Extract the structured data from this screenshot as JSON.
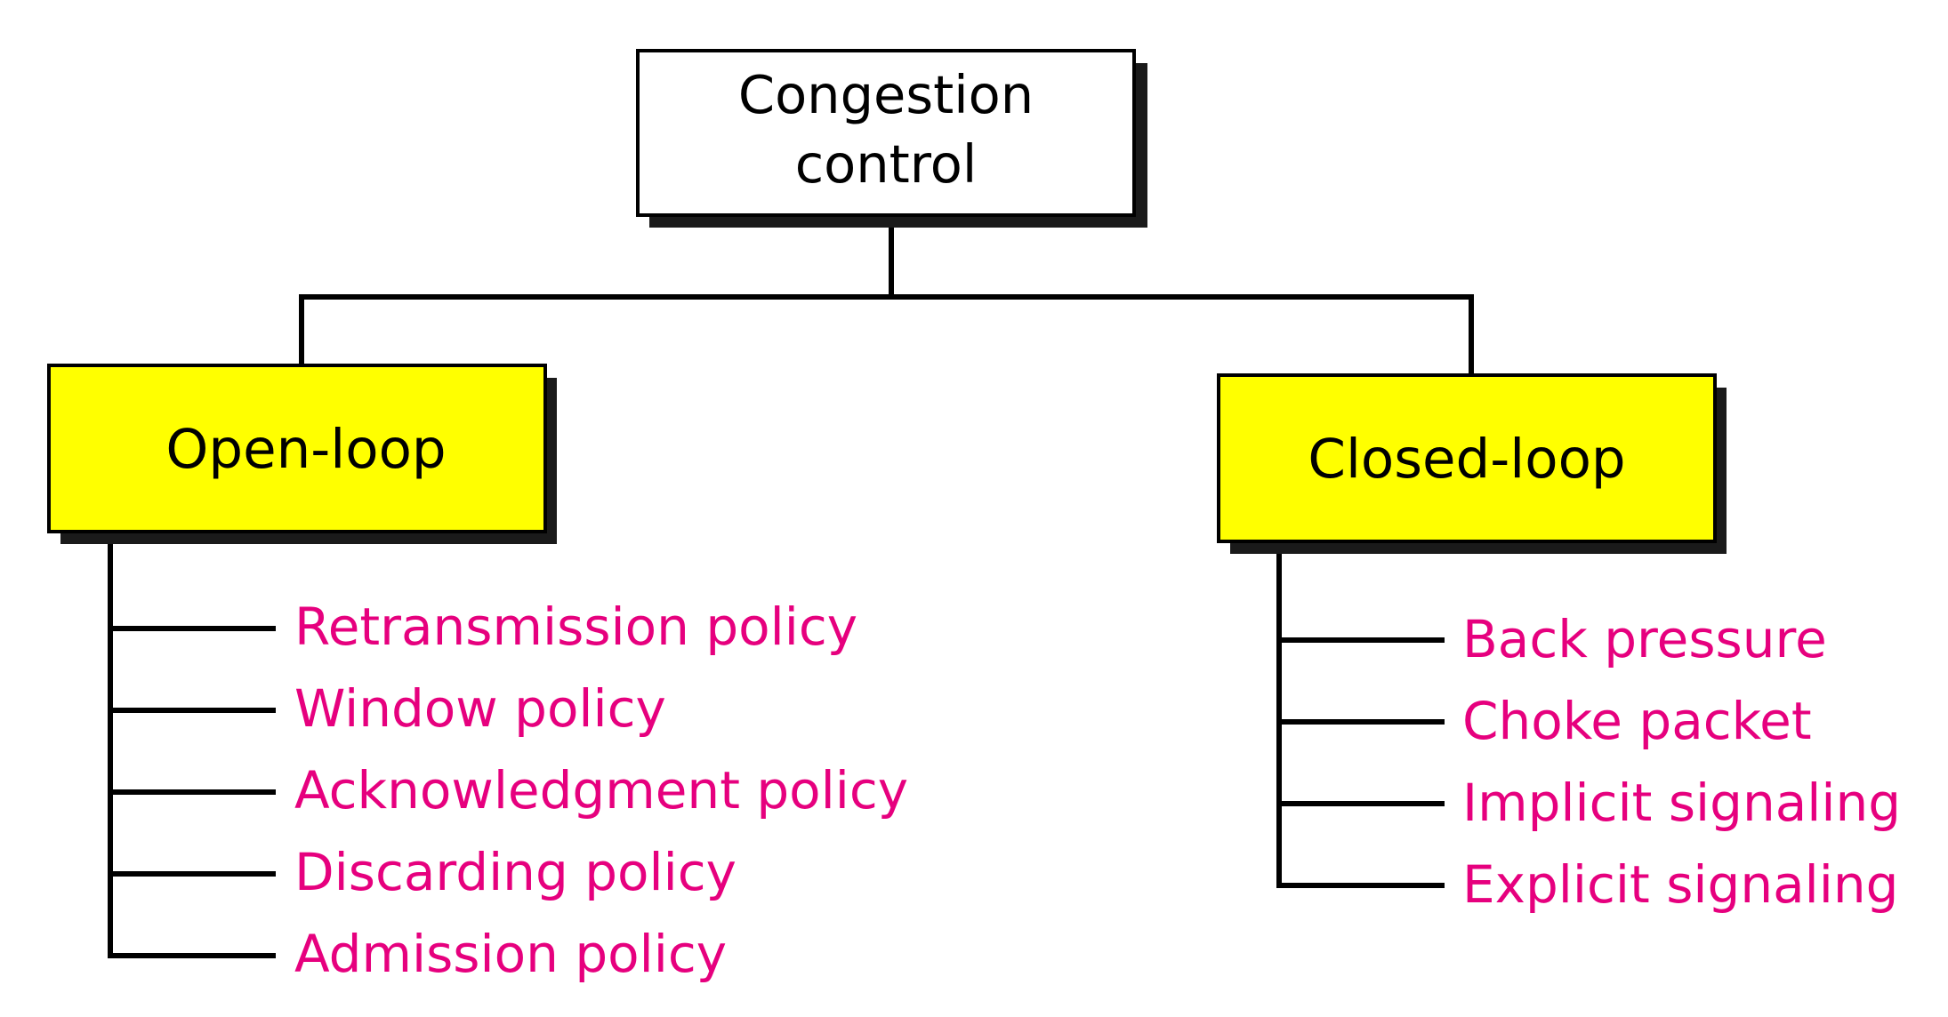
{
  "root": {
    "lines": [
      "Congestion",
      "control"
    ]
  },
  "branches": [
    {
      "label": "Open-loop",
      "items": [
        "Retransmission policy",
        "Window policy",
        "Acknowledgment policy",
        "Discarding policy",
        "Admission policy"
      ]
    },
    {
      "label": "Closed-loop",
      "items": [
        "Back pressure",
        "Choke packet",
        "Implicit signaling",
        "Explicit signaling"
      ]
    }
  ],
  "colors": {
    "branch_fill": "#ffff00",
    "root_fill": "#ffffff",
    "item_text": "#e6007e",
    "line": "#000000",
    "shadow": "#1a1a1a"
  }
}
